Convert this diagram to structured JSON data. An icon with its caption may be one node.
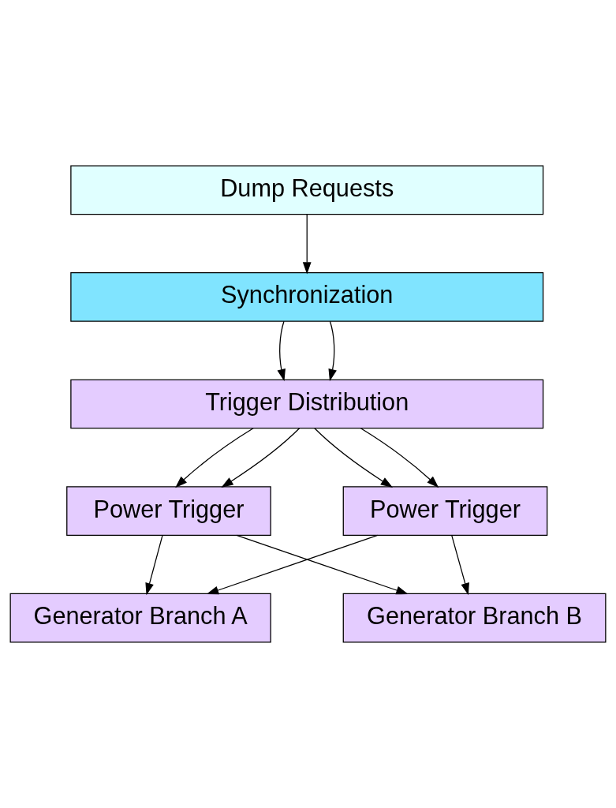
{
  "diagram": {
    "nodes": [
      {
        "text": [
          "Dump Requests"
        ]
      },
      {
        "text": [
          "Synchronization"
        ]
      },
      {
        "text": [
          "Trigger Distribution"
        ]
      },
      {
        "text": [
          "Power Trigger"
        ]
      },
      {
        "text": [
          "Power Trigger"
        ]
      },
      {
        "text": [
          "Generator Branch A"
        ]
      },
      {
        "text": [
          "Generator Branch B"
        ]
      }
    ],
    "edges": [
      {
        "from": 0,
        "to": 1,
        "arrow": "to"
      },
      {
        "from": 1,
        "to": 2,
        "arrow": "to"
      },
      {
        "from": 1,
        "to": 2,
        "arrow": "to"
      },
      {
        "from": 2,
        "to": 3,
        "arrow": "to"
      },
      {
        "from": 2,
        "to": 4,
        "arrow": "to"
      },
      {
        "from": 2,
        "to": 3,
        "arrow": "to"
      },
      {
        "from": 2,
        "to": 4,
        "arrow": "to"
      },
      {
        "from": 3,
        "to": 5,
        "arrow": "to"
      },
      {
        "from": 3,
        "to": 6,
        "arrow": "to"
      },
      {
        "from": 4,
        "to": 5,
        "arrow": "to"
      },
      {
        "from": 4,
        "to": 6,
        "arrow": "to"
      }
    ]
  }
}
